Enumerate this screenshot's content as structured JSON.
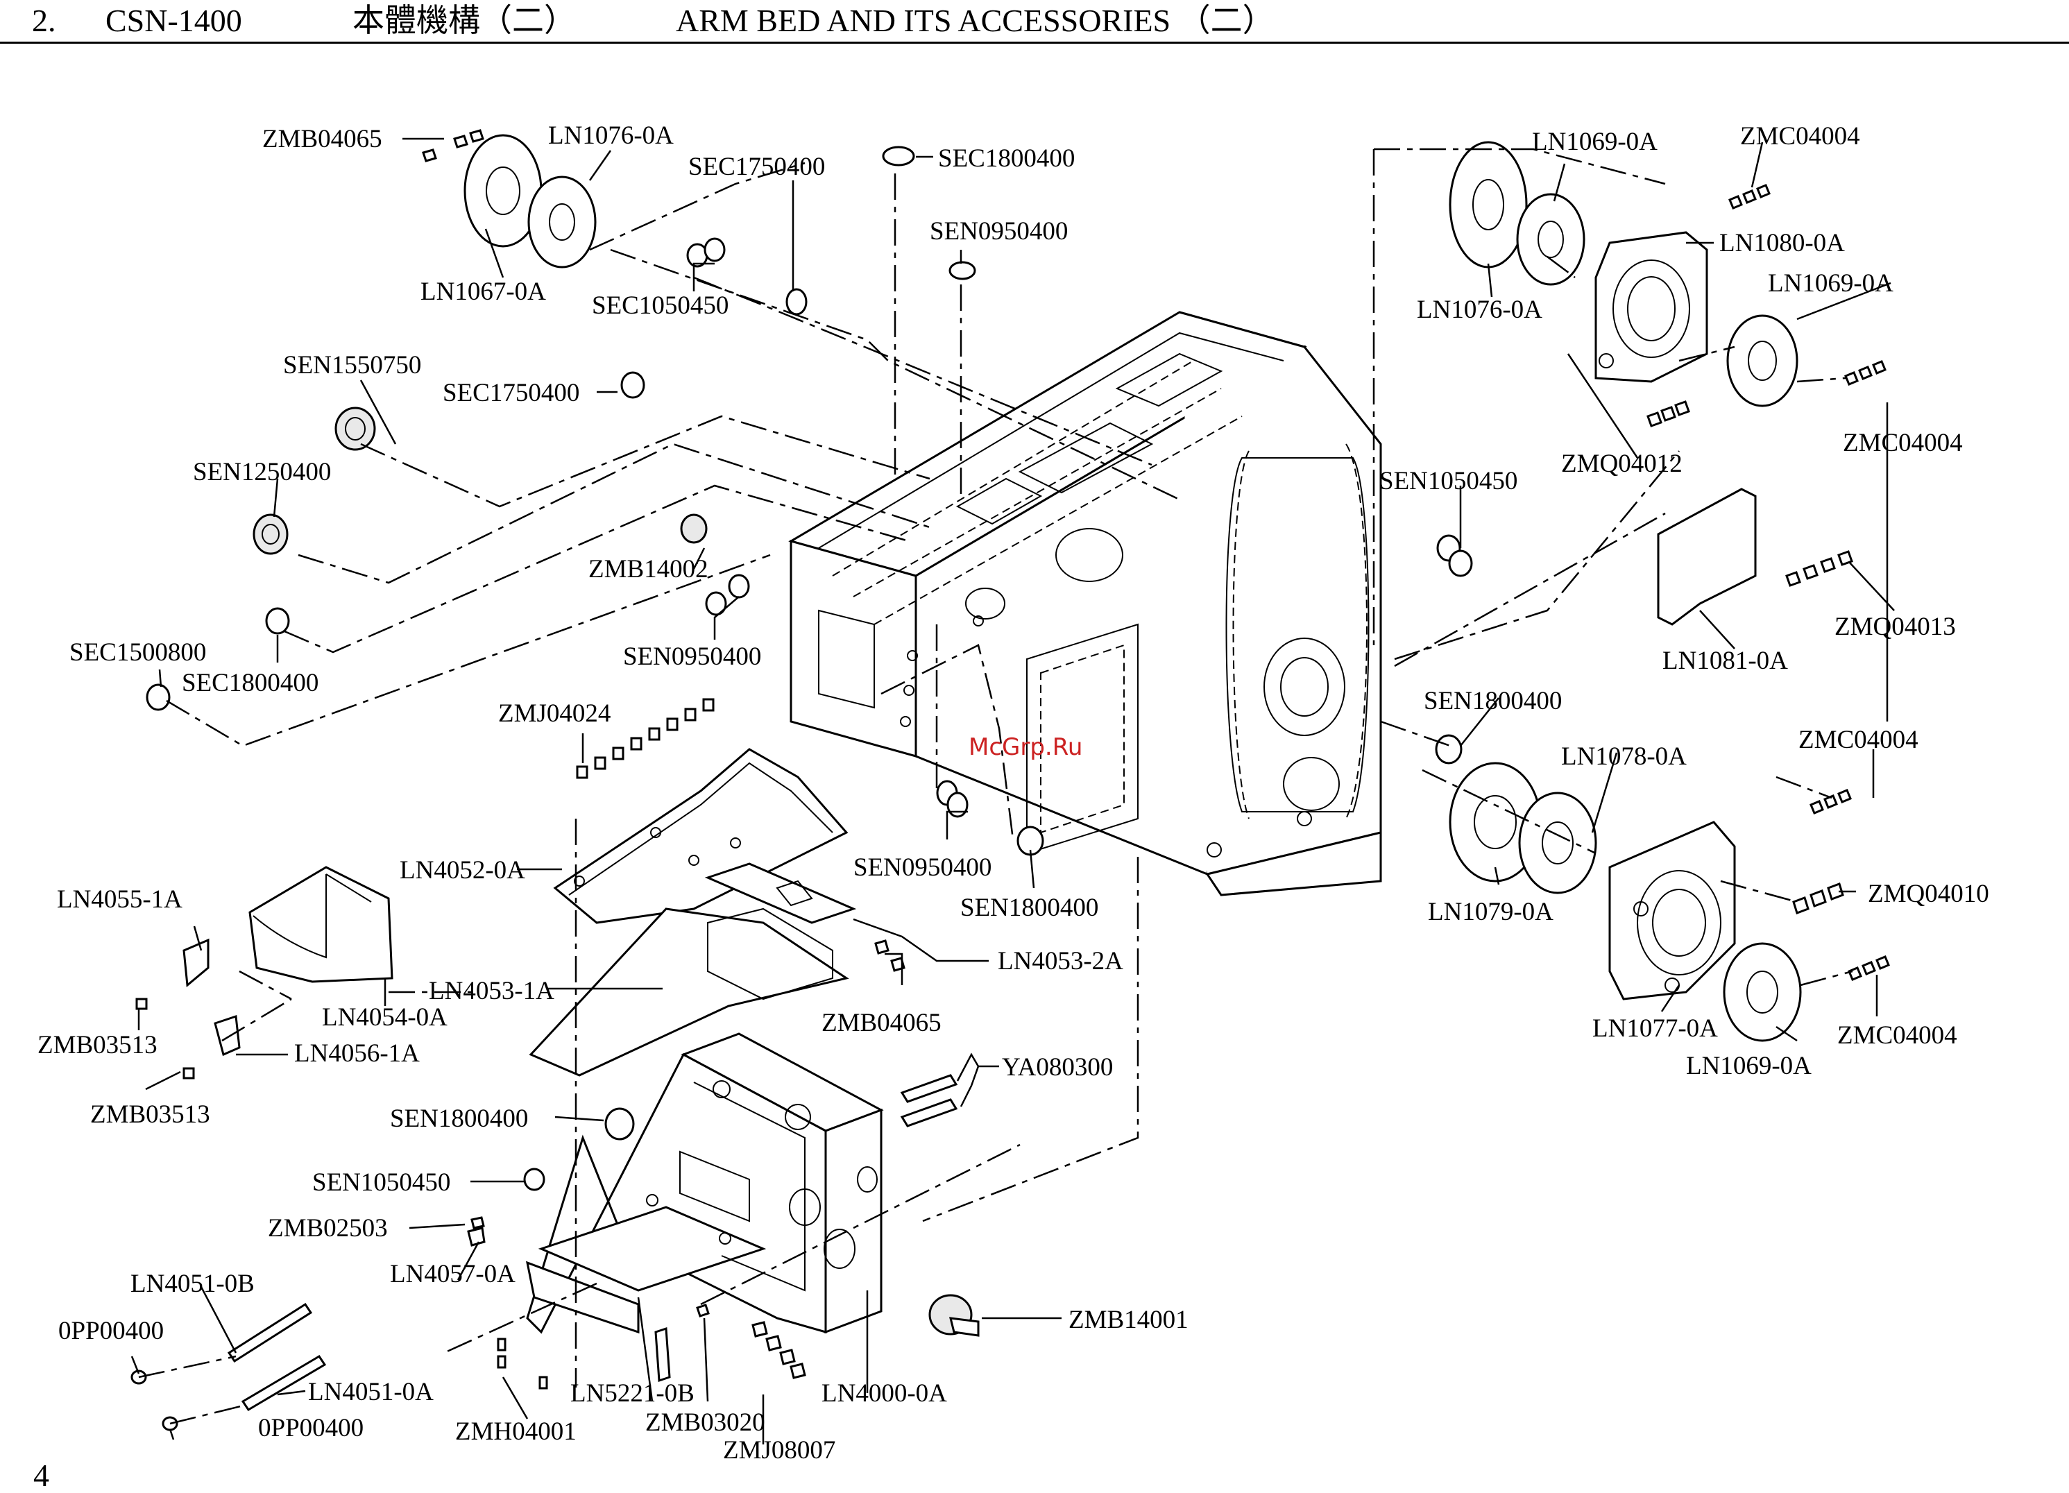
{
  "header": {
    "section_number": "2.",
    "model": "CSN-1400",
    "title_cn": "本體機構（二）",
    "title_en": "ARM BED AND ITS ACCESSORIES （二）"
  },
  "watermark": "McGrp.Ru",
  "page_number": "4",
  "part_labels": [
    {
      "id": "zmb04065-top",
      "text": "ZMB04065"
    },
    {
      "id": "ln1076-0a-top",
      "text": "LN1076-0A"
    },
    {
      "id": "sec1750400-top",
      "text": "SEC1750400"
    },
    {
      "id": "sec1800400-top",
      "text": "SEC1800400"
    },
    {
      "id": "sen0950400-top",
      "text": "SEN0950400"
    },
    {
      "id": "ln1067-0a",
      "text": "LN1067-0A"
    },
    {
      "id": "sec1050450",
      "text": "SEC1050450"
    },
    {
      "id": "sen1550750",
      "text": "SEN1550750"
    },
    {
      "id": "sec1750400-mid",
      "text": "SEC1750400"
    },
    {
      "id": "sen1250400",
      "text": "SEN1250400"
    },
    {
      "id": "zmb14002",
      "text": "ZMB14002"
    },
    {
      "id": "sen0950400-mid",
      "text": "SEN0950400"
    },
    {
      "id": "sec1500800",
      "text": "SEC1500800"
    },
    {
      "id": "sec1800400-left",
      "text": "SEC1800400"
    },
    {
      "id": "zmj04024",
      "text": "ZMJ04024"
    },
    {
      "id": "ln1069-0a-top",
      "text": "LN1069-0A"
    },
    {
      "id": "zmc04004-top",
      "text": "ZMC04004"
    },
    {
      "id": "ln1080-0a",
      "text": "LN1080-0A"
    },
    {
      "id": "ln1076-0a-right",
      "text": "LN1076-0A"
    },
    {
      "id": "ln1069-0a-right",
      "text": "LN1069-0A"
    },
    {
      "id": "zmq04012",
      "text": "ZMQ04012"
    },
    {
      "id": "zmc04004-right",
      "text": "ZMC04004"
    },
    {
      "id": "sen1050450-top",
      "text": "SEN1050450"
    },
    {
      "id": "zmq04013",
      "text": "ZMQ04013"
    },
    {
      "id": "ln1081-0a",
      "text": "LN1081-0A"
    },
    {
      "id": "sen1800400-right",
      "text": "SEN1800400"
    },
    {
      "id": "ln1078-0a",
      "text": "LN1078-0A"
    },
    {
      "id": "zmc04004-mid",
      "text": "ZMC04004"
    },
    {
      "id": "zmq04010",
      "text": "ZMQ04010"
    },
    {
      "id": "ln1079-0a",
      "text": "LN1079-0A"
    },
    {
      "id": "ln1077-0a",
      "text": "LN1077-0A"
    },
    {
      "id": "zmc04004-bottom",
      "text": "ZMC04004"
    },
    {
      "id": "ln1069-0a-bottom",
      "text": "LN1069-0A"
    },
    {
      "id": "ln4052-0a",
      "text": "LN4052-0A"
    },
    {
      "id": "sen0950400-low",
      "text": "SEN0950400"
    },
    {
      "id": "sen1800400-mid",
      "text": "SEN1800400"
    },
    {
      "id": "ln4055-1a",
      "text": "LN4055-1A"
    },
    {
      "id": "ln4053-1a",
      "text": "LN4053-1A"
    },
    {
      "id": "ln4053-2a",
      "text": "LN4053-2A"
    },
    {
      "id": "ln4054-0a",
      "text": "LN4054-0A"
    },
    {
      "id": "zmb04065-mid",
      "text": "ZMB04065"
    },
    {
      "id": "zmb03513-a",
      "text": "ZMB03513"
    },
    {
      "id": "ln4056-1a",
      "text": "LN4056-1A"
    },
    {
      "id": "ya080300",
      "text": "YA080300"
    },
    {
      "id": "zmb03513-b",
      "text": "ZMB03513"
    },
    {
      "id": "sen1800400-low",
      "text": "SEN1800400"
    },
    {
      "id": "sen1050450-low",
      "text": "SEN1050450"
    },
    {
      "id": "zmb02503",
      "text": "ZMB02503"
    },
    {
      "id": "ln4057-0a",
      "text": "LN4057-0A"
    },
    {
      "id": "ln4051-0b",
      "text": "LN4051-0B"
    },
    {
      "id": "zmb14001",
      "text": "ZMB14001"
    },
    {
      "id": "0pp00400-a",
      "text": "0PP00400"
    },
    {
      "id": "ln4051-0a",
      "text": "LN4051-0A"
    },
    {
      "id": "ln5221-0b",
      "text": "LN5221-0B"
    },
    {
      "id": "ln4000-0a",
      "text": "LN4000-0A"
    },
    {
      "id": "0pp00400-b",
      "text": "0PP00400"
    },
    {
      "id": "zmh04001",
      "text": "ZMH04001"
    },
    {
      "id": "zmb03020",
      "text": "ZMB03020"
    },
    {
      "id": "zmj08007",
      "text": "ZMJ08007"
    }
  ]
}
